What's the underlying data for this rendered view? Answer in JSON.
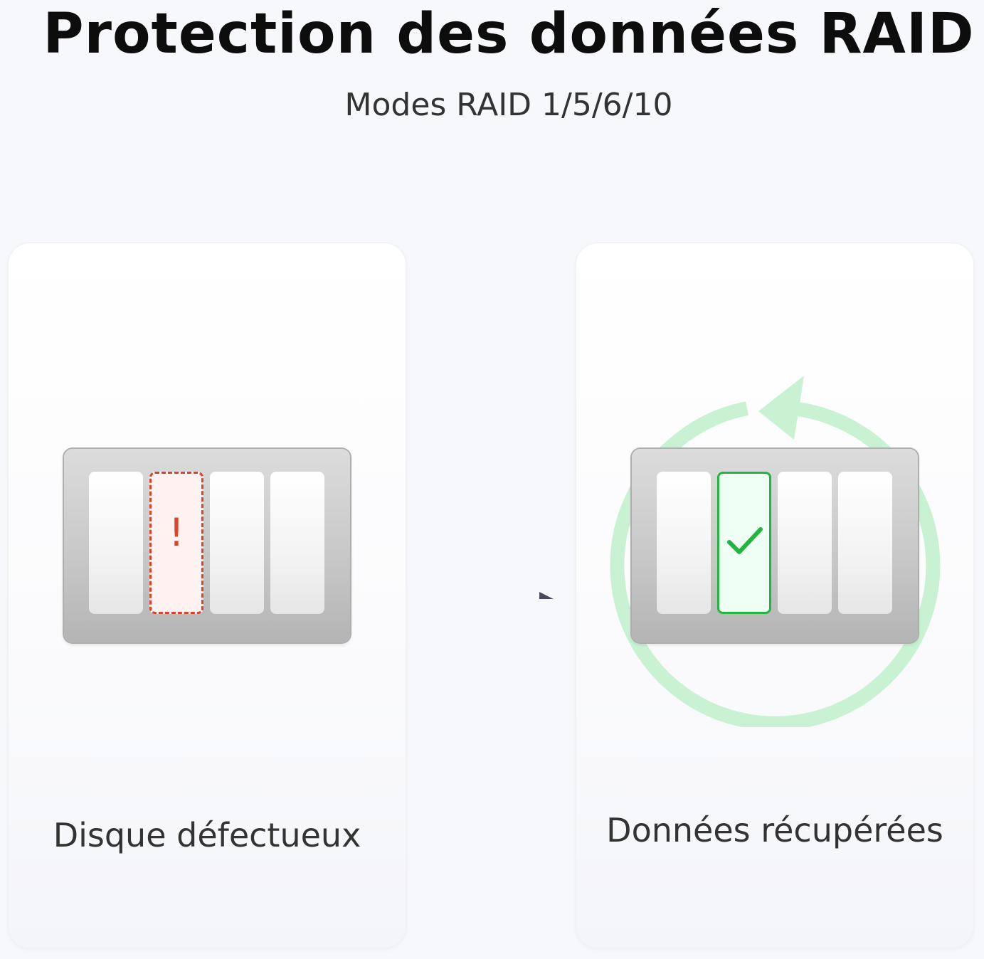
{
  "header": {
    "title": "Protection des données RAID",
    "subtitle": "Modes RAID 1/5/6/10"
  },
  "panels": {
    "left": {
      "label": "Disque défectueux",
      "failed_marker": "!",
      "failed_slot": 2,
      "slot_count": 4
    },
    "right": {
      "label": "Données récupérées",
      "recovered_slot": 2,
      "slot_count": 4
    }
  },
  "icons": {
    "failure": "exclamation-icon",
    "recovered": "checkmark-icon",
    "rebuild": "circular-arrow-icon",
    "transition": "dashed-arrow-icon"
  },
  "colors": {
    "background": "#f7f8fb",
    "title": "#0d0d0d",
    "text": "#333333",
    "failure": "#d9442b",
    "success": "#22b53f",
    "rebuild_ring": "#c8f2d1",
    "arrow": "#4a4a5e"
  }
}
